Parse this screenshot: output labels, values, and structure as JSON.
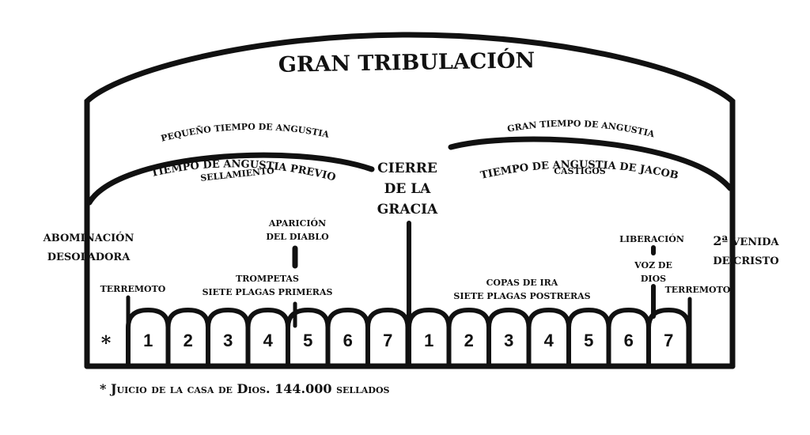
{
  "title": "GRAN TRIBULACIÓN",
  "left": {
    "upper_arc_label": "PEQUEÑO TIEMPO DE ANGUSTIA",
    "lower_arc_label_1": "TIEMPO DE ANGUSTIA PREVIO",
    "lower_arc_label_2": "SELLAMIENTO"
  },
  "right": {
    "upper_arc_label": "GRAN TIEMPO DE ANGUSTIA",
    "lower_arc_label_1": "TIEMPO DE ANGUSTIA DE JACOB",
    "lower_arc_label_2": "CASTIGOS"
  },
  "center": {
    "line1": "CIERRE",
    "line2": "DE LA",
    "line3": "GRACIA"
  },
  "abominacion": {
    "line1": "ABOMINACIÓN",
    "line2": "DESOLADORA"
  },
  "venida": {
    "superscript": "2ª",
    "line1": "VENIDA",
    "line2": "DE CRISTO"
  },
  "terremoto_left": "TERREMOTO",
  "terremoto_right": "TERREMOTO",
  "aparicion": {
    "line1": "APARICIÓN",
    "line2": "DEL DIABLO"
  },
  "trompetas": {
    "line1": "TROMPETAS",
    "line2": "SIETE PLAGAS PRIMERAS"
  },
  "copas": {
    "line1": "COPAS DE IRA",
    "line2": "SIETE PLAGAS POSTRERAS"
  },
  "liberacion": "LIBERACIÓN",
  "voz": {
    "line1": "VOZ DE",
    "line2": "DIOS"
  },
  "asterisk": "*",
  "trumpets": [
    "1",
    "2",
    "3",
    "4",
    "5",
    "6",
    "7"
  ],
  "plagues": [
    "1",
    "2",
    "3",
    "4",
    "5",
    "6",
    "7"
  ],
  "footnote": "* Juicio de la casa de Dios.  144.000 sellados"
}
